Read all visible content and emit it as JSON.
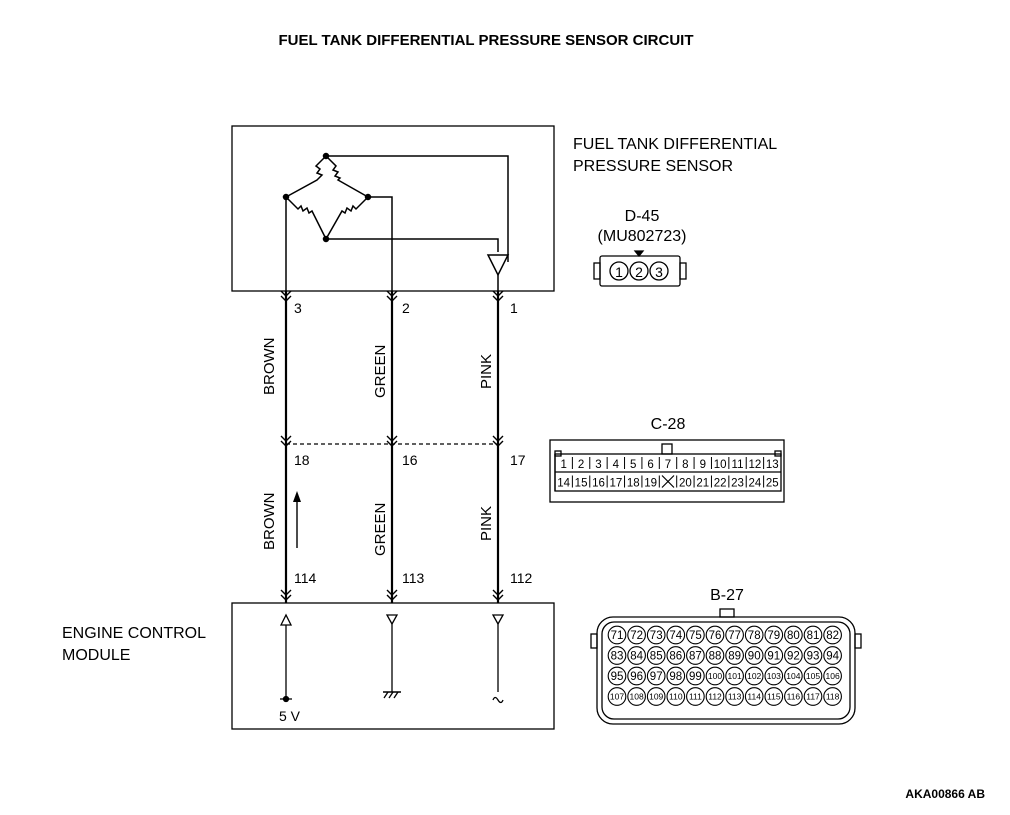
{
  "title": "FUEL TANK DIFFERENTIAL PRESSURE SENSOR CIRCUIT",
  "sensor": {
    "name_line1": "FUEL TANK DIFFERENTIAL",
    "name_line2": "PRESSURE SENSOR",
    "connector_id": "D-45",
    "connector_part": "(MU802723)",
    "connector_pins": [
      "1",
      "2",
      "3"
    ]
  },
  "ecm": {
    "name_line1": "ENGINE CONTROL",
    "name_line2": "MODULE",
    "voltage_label": "5 V"
  },
  "wires": [
    {
      "sensor_pin": "3",
      "intermediate_pin": "18",
      "ecm_pin": "114",
      "upper_color": "BROWN",
      "lower_color": "BROWN"
    },
    {
      "sensor_pin": "2",
      "intermediate_pin": "16",
      "ecm_pin": "113",
      "upper_color": "GREEN",
      "lower_color": "GREEN"
    },
    {
      "sensor_pin": "1",
      "intermediate_pin": "17",
      "ecm_pin": "112",
      "upper_color": "PINK",
      "lower_color": "PINK"
    }
  ],
  "connector_c28": {
    "id": "C-28",
    "row1": [
      "1",
      "2",
      "3",
      "4",
      "5",
      "6",
      "7",
      "8",
      "9",
      "10",
      "11",
      "12",
      "13"
    ],
    "row2": [
      "14",
      "15",
      "16",
      "17",
      "18",
      "19",
      "",
      "20",
      "21",
      "22",
      "23",
      "24",
      "25"
    ]
  },
  "connector_b27": {
    "id": "B-27",
    "rows": [
      [
        "71",
        "72",
        "73",
        "74",
        "75",
        "76",
        "77",
        "78",
        "79",
        "80",
        "81",
        "82"
      ],
      [
        "83",
        "84",
        "85",
        "86",
        "87",
        "88",
        "89",
        "90",
        "91",
        "92",
        "93",
        "94"
      ],
      [
        "95",
        "96",
        "97",
        "98",
        "99",
        "100",
        "101",
        "102",
        "103",
        "104",
        "105",
        "106"
      ],
      [
        "107",
        "108",
        "109",
        "110",
        "111",
        "112",
        "113",
        "114",
        "115",
        "116",
        "117",
        "118"
      ]
    ]
  },
  "figure_code": "AKA00866 AB"
}
